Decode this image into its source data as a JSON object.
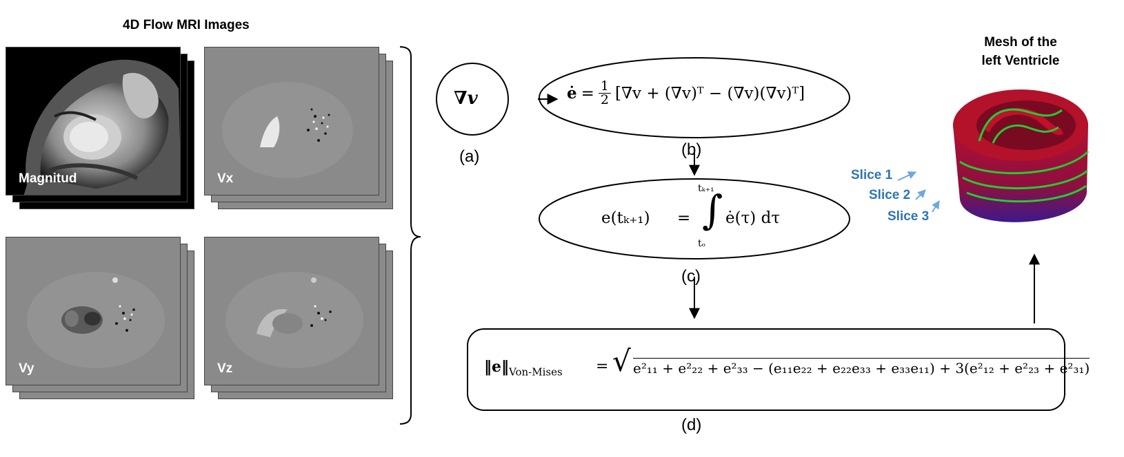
{
  "images": {
    "title": "4D Flow MRI Images",
    "panels": [
      {
        "id": "magnitude",
        "label": "Magnitud"
      },
      {
        "id": "vx",
        "label": "Vx"
      },
      {
        "id": "vy",
        "label": "Vy"
      },
      {
        "id": "vz",
        "label": "Vz"
      }
    ]
  },
  "steps": {
    "a": {
      "label": "(a)",
      "formula": "∇v"
    },
    "b": {
      "label": "(b)",
      "lhs": "ė",
      "eq": "=",
      "half_num": "1",
      "half_den": "2",
      "rhs": "[∇v + (∇v)ᵀ − (∇v)(∇v)ᵀ]"
    },
    "c": {
      "label": "(c)",
      "lhs": "e(tₖ₊₁)",
      "eq": "=",
      "upper": "tₖ₊₁",
      "lower": "tₒ",
      "integrand": "ė(τ) dτ"
    },
    "d": {
      "label": "(d)",
      "lhs": "‖e‖",
      "subscript": "Von-Mises",
      "eq": "=",
      "radicand": "e²₁₁ + e²₂₂ + e²₃₃ − (e₁₁e₂₂ + e₂₂e₃₃ + e₃₃e₁₁) + 3(e²₁₂ + e²₂₃ + e²₃₁)"
    }
  },
  "mesh": {
    "title_line1": "Mesh of the",
    "title_line2": "left Ventricle",
    "slices": [
      "Slice 1",
      "Slice 2",
      "Slice 3"
    ]
  },
  "colors": {
    "mesh_red": "#c0102a",
    "mesh_blue": "#3a1a8c",
    "slice_line": "#22cc33",
    "slice_text": "#2e75b6"
  }
}
